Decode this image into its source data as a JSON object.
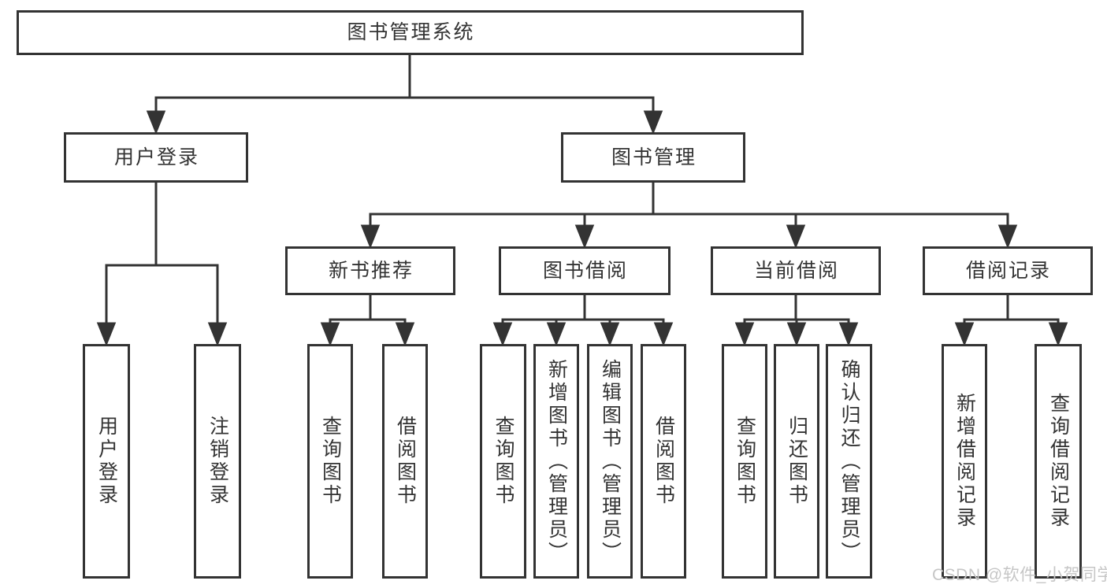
{
  "title": "图书管理系统",
  "level2": [
    "用户登录",
    "图书管理"
  ],
  "level3": [
    "新书推荐",
    "图书借阅",
    "当前借阅",
    "借阅记录"
  ],
  "leaves": [
    "用户登录",
    "注销登录",
    "查询图书",
    "借阅图书",
    "查询图书",
    "新增图书（管理员）",
    "编辑图书（管理员）",
    "借阅图书",
    "查询图书",
    "归还图书",
    "确认归还（管理员）",
    "新增借阅记录",
    "查询借阅记录"
  ],
  "watermark": "CSDN @软件_小贺同学",
  "colors": {
    "line": "#333333",
    "text": "#333333",
    "box_background": "#ffffff",
    "page_background": "#ffffff",
    "watermark": "#c6c6c6"
  }
}
